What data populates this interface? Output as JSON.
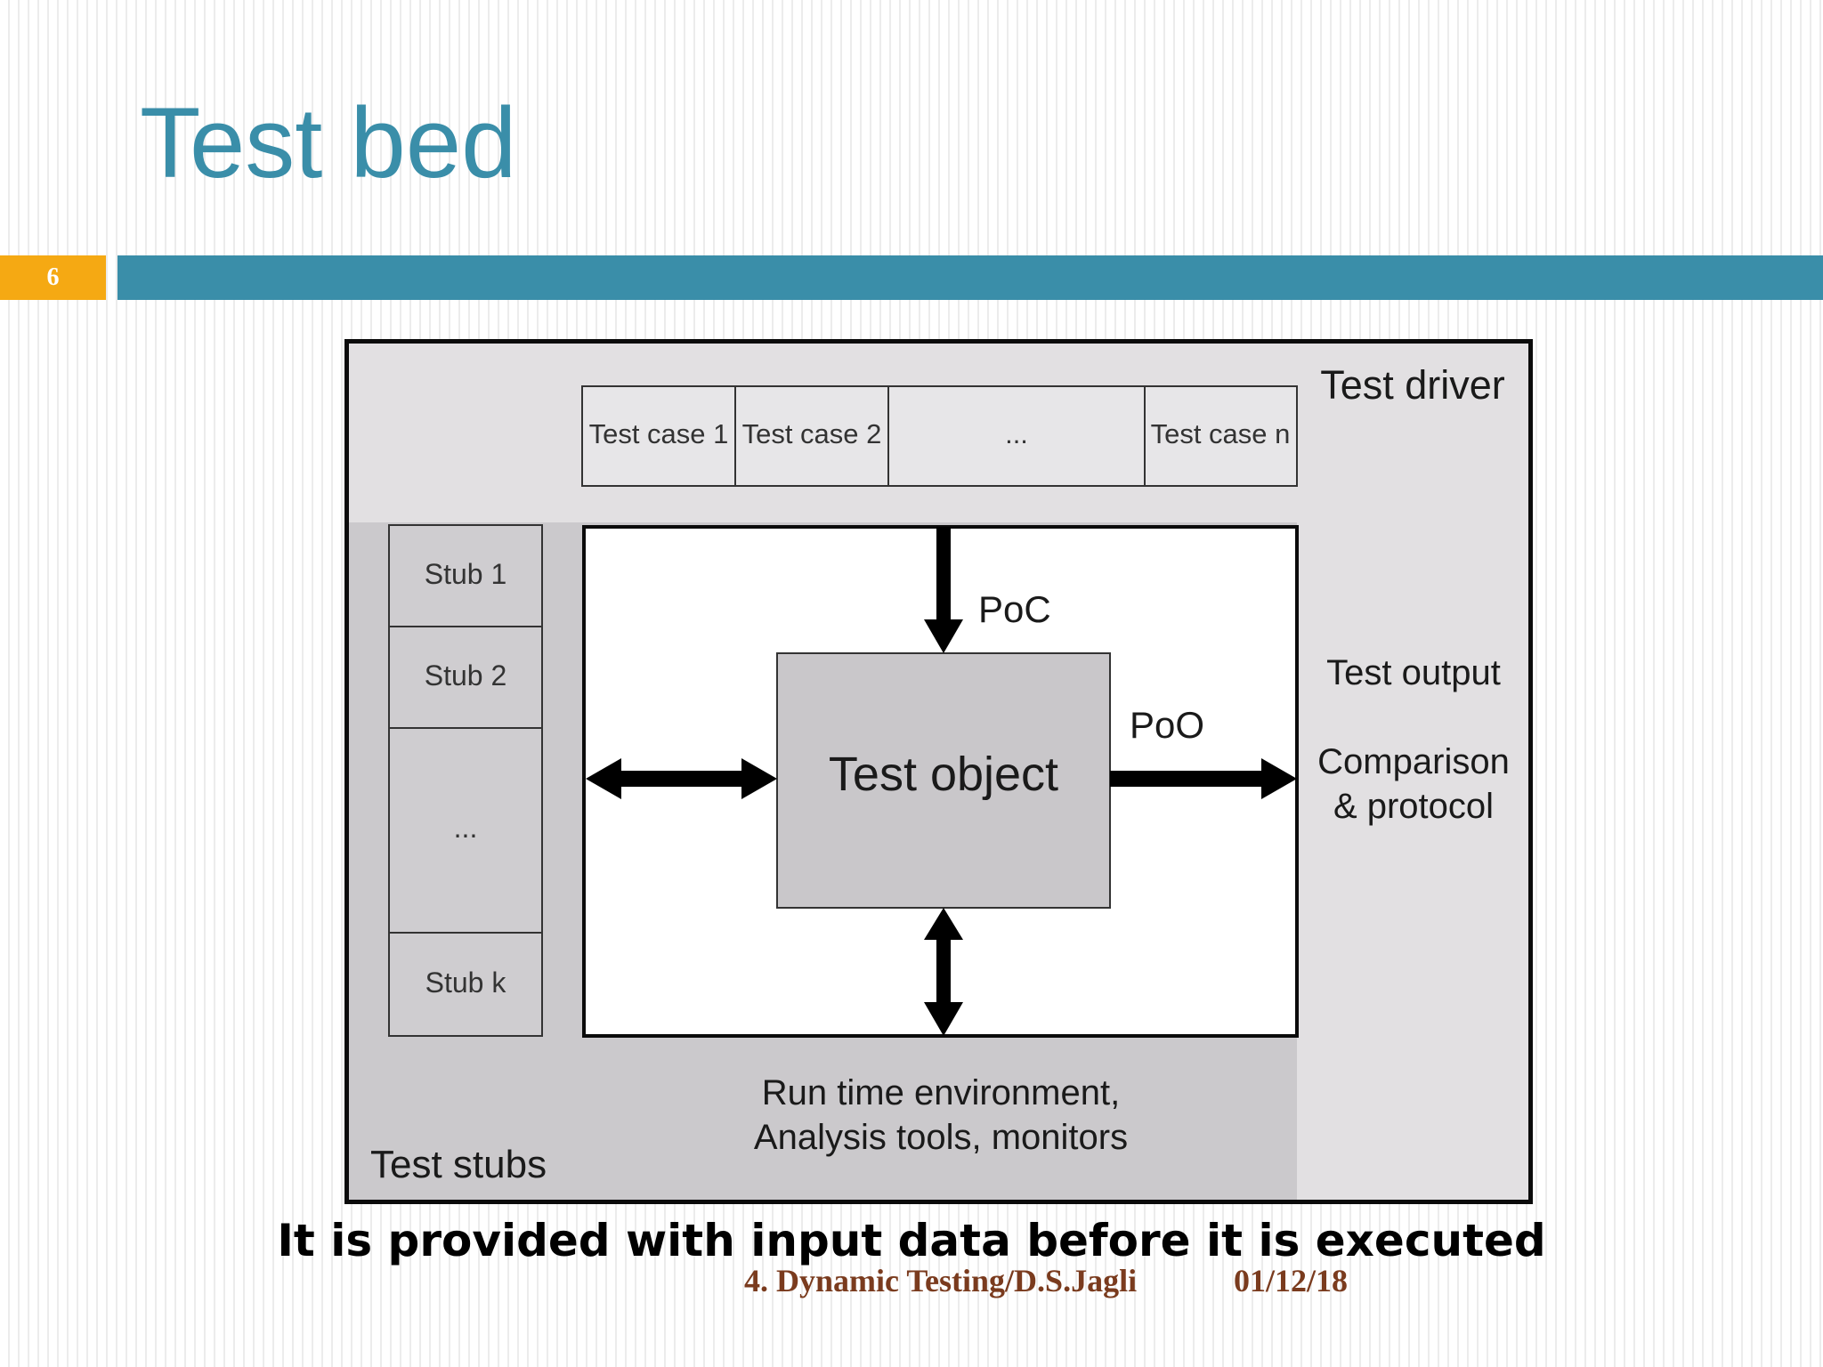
{
  "slide": {
    "title": "Test bed",
    "page_number": "6",
    "caption": "It is provided with input data before it is executed",
    "footer": {
      "label": "4. Dynamic Testing/D.S.Jagli",
      "date": "01/12/18"
    }
  },
  "diagram": {
    "test_driver_label": "Test driver",
    "test_cases": [
      "Test case 1",
      "Test case 2",
      "...",
      "Test case n"
    ],
    "stubs": [
      "Stub 1",
      "Stub 2",
      "...",
      "Stub k"
    ],
    "test_stubs_label": "Test stubs",
    "test_object_label": "Test object",
    "poc_label": "PoC",
    "poo_label": "PoO",
    "test_output_label": "Test output",
    "comparison_line1": "Comparison",
    "comparison_line2": "& protocol",
    "runtime_line1": "Run time environment,",
    "runtime_line2": "Analysis tools, monitors"
  },
  "colors": {
    "accent": "#3a8ea9",
    "badge": "#f5a913",
    "footer_text": "#7a3b1e"
  }
}
